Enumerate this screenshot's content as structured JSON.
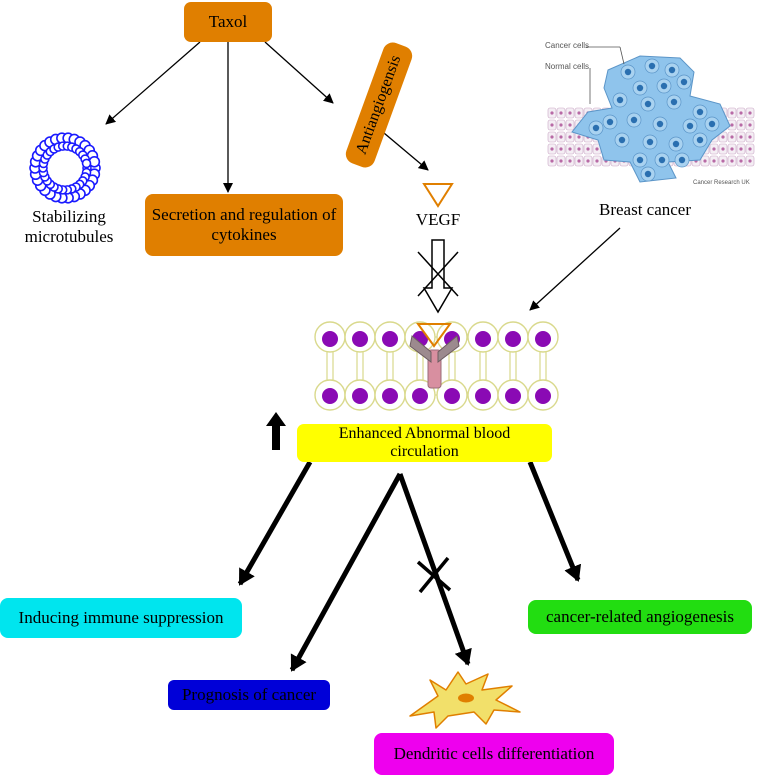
{
  "nodes": {
    "taxol": "Taxol",
    "antiangiogensis": "Antiangiogensis",
    "stabilizing": "Stabilizing microtubules",
    "secretion": "Secretion and regulation of cytokines",
    "vegf": "VEGF",
    "breast_cancer": "Breast cancer",
    "enhanced": "Enhanced Abnormal blood circulation",
    "immune": "Inducing immune suppression",
    "prognosis": "Prognosis of cancer",
    "dendritic": "Dendritic cells differentiation",
    "angiogenesis": "cancer-related angiogenesis"
  },
  "inset": {
    "cancer_cells": "Cancer cells",
    "normal_cells": "Normal cells",
    "credit": "Cancer Research UK"
  },
  "colors": {
    "orange": "#e07f00",
    "yellow": "#ffff00",
    "cyan": "#00e5ee",
    "blue": "#0000d8",
    "magenta": "#ee00ee",
    "green": "#22dd11",
    "purple": "#8a0ab4",
    "membrane": "#d9d98c"
  }
}
